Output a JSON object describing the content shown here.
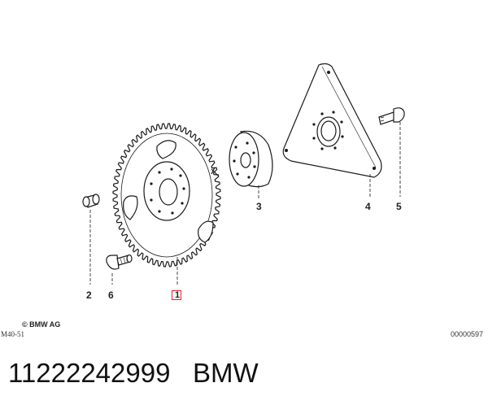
{
  "diagram": {
    "callouts": {
      "p1": "1",
      "p2": "2",
      "p3": "3",
      "p4": "4",
      "p5": "5",
      "p6": "6"
    },
    "copyright": "© BMW AG",
    "drawing_code": "M40-51",
    "image_number": "00000597"
  },
  "footer": {
    "part_number": "11222242999",
    "brand": "BMW"
  },
  "colors": {
    "line": "#1a1a1a",
    "highlight": "#e2262a"
  }
}
